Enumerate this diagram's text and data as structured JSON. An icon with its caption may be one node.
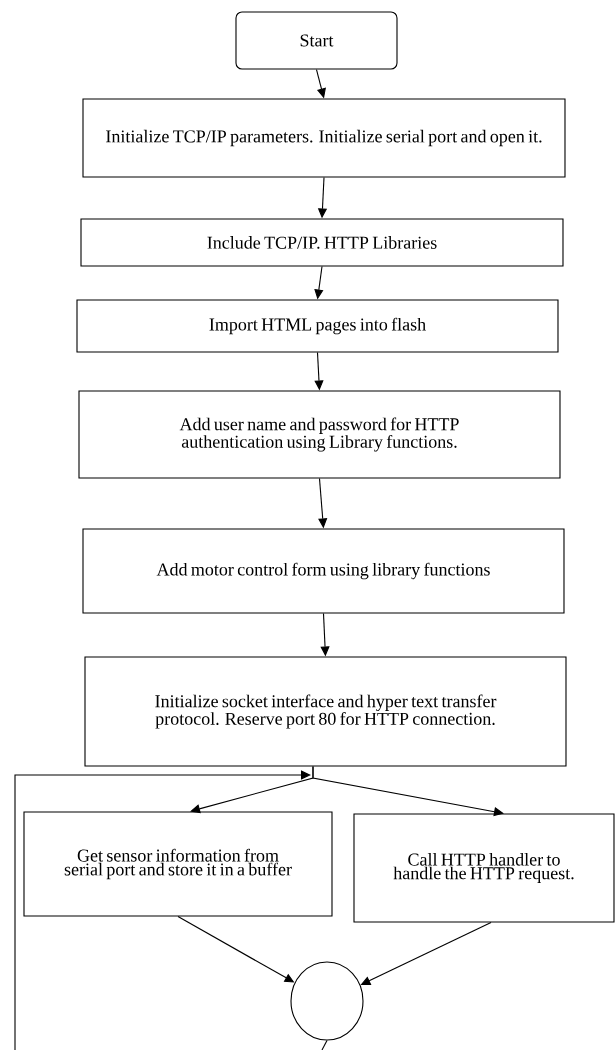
{
  "diagram": {
    "nodes": [
      {
        "text": [
          "Start"
        ]
      },
      {
        "text": [
          "Initialize TCP/IP parameters. Initialize serial port and open it."
        ]
      },
      {
        "text": [
          "Include TCP/IP. HTTP Libraries"
        ]
      },
      {
        "text": [
          "Import HTML pages into flash"
        ]
      },
      {
        "text": [
          "Add user name and password for HTTP authentication using Library functions."
        ]
      },
      {
        "text": [
          "Add motor control form using library functions"
        ]
      },
      {
        "text": [
          "Initialize socket interface and hyper text transfer protocol. Reserve port 80 for HTTP connection."
        ]
      },
      {
        "text": [
          "Get sensor information from serial port and store it in a buffer"
        ]
      },
      {
        "text": [
          "Call HTTP handler to handle the HTTP request."
        ]
      },
      {
        "text": [],
        "shape": "circle"
      }
    ],
    "edges": [
      {
        "from": 0,
        "to": 1,
        "arrow": "to"
      },
      {
        "from": 1,
        "to": 2,
        "arrow": "to"
      },
      {
        "from": 2,
        "to": 3,
        "arrow": "to"
      },
      {
        "from": 3,
        "to": 4,
        "arrow": "to"
      },
      {
        "from": 4,
        "to": 5,
        "arrow": "to"
      },
      {
        "from": 5,
        "to": 6,
        "arrow": "to"
      },
      {
        "from": 6,
        "to": 7,
        "arrow": "to"
      },
      {
        "from": 6,
        "to": 8,
        "arrow": "to"
      },
      {
        "from": 7,
        "to": 9,
        "arrow": "to"
      },
      {
        "from": 8,
        "to": 9,
        "arrow": "to"
      },
      {
        "from": 9,
        "to": null,
        "arrow": "none"
      },
      {
        "from": null,
        "to": 6,
        "arrow": "to"
      }
    ]
  }
}
